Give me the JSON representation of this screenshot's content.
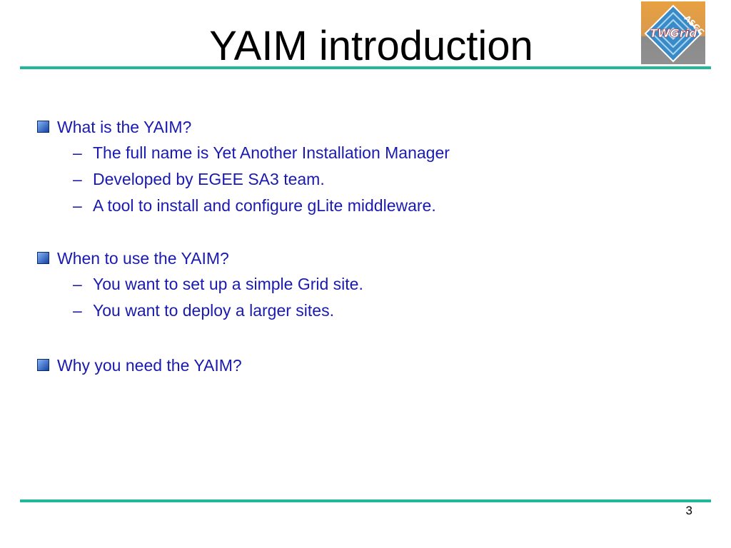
{
  "slide": {
    "title": "YAIM introduction",
    "page_number": "3",
    "accent_color": "#20b898",
    "text_color": "#1a1ab0"
  },
  "logo": {
    "icon": "asgc-twgrid-logo",
    "text_top": "ASGC",
    "text_main": "TWGrid"
  },
  "sections": [
    {
      "heading": "What is the YAIM?",
      "items": [
        "The full name is Yet Another Installation Manager",
        "Developed by EGEE SA3 team.",
        "A tool to install and configure gLite middleware."
      ]
    },
    {
      "heading": "When to use the YAIM?",
      "items": [
        "You want to set up a simple Grid site.",
        "You want to deploy a larger sites."
      ]
    },
    {
      "heading": "Why you need the YAIM?",
      "items": []
    }
  ],
  "dash_glyph": "–"
}
